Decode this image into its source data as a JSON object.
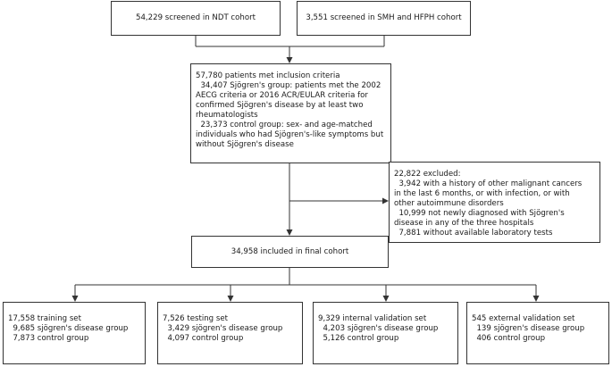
{
  "top": {
    "ndt": "54,229 screened in NDT cohort",
    "smh": "3,551 screened in SMH and HFPH cohort"
  },
  "inclusion": {
    "lines": [
      "57,780 patients met inclusion criteria",
      "  34,407 Sjögren's group: patients met the 2002",
      "AECG criteria or 2016 ACR/EULAR criteria for",
      "confirmed Sjögren's disease by at least two",
      "rheumatologists",
      "  23,373 control group: sex- and age-matched",
      "individuals who had Sjögren's-like symptoms but",
      "without Sjögren's disease"
    ]
  },
  "excluded": {
    "lines": [
      "22,822 excluded:",
      "  3,942 with a history of other malignant cancers",
      "in the last 6 months, or with infection, or with",
      "other autoimmune disorders",
      "  10,999 not newly diagnosed with Sjögren's",
      "disease in any of the three hospitals",
      "  7,881 without available laboratory tests"
    ]
  },
  "final": {
    "label": "34,958 included in final cohort"
  },
  "sets": [
    {
      "lines": [
        "17,558 training set",
        "  9,685 sjögren's disease group",
        "  7,873 control group"
      ]
    },
    {
      "lines": [
        "7,526 testing set",
        "  3,429 sjögren's disease group",
        "  4,097 control group"
      ]
    },
    {
      "lines": [
        "9,329 internal validation set",
        "  4,203 sjögren's disease group",
        "  5,126 control group"
      ]
    },
    {
      "lines": [
        "545 external validation set",
        "  139 sjögren's disease group",
        "  406 control group"
      ]
    }
  ]
}
